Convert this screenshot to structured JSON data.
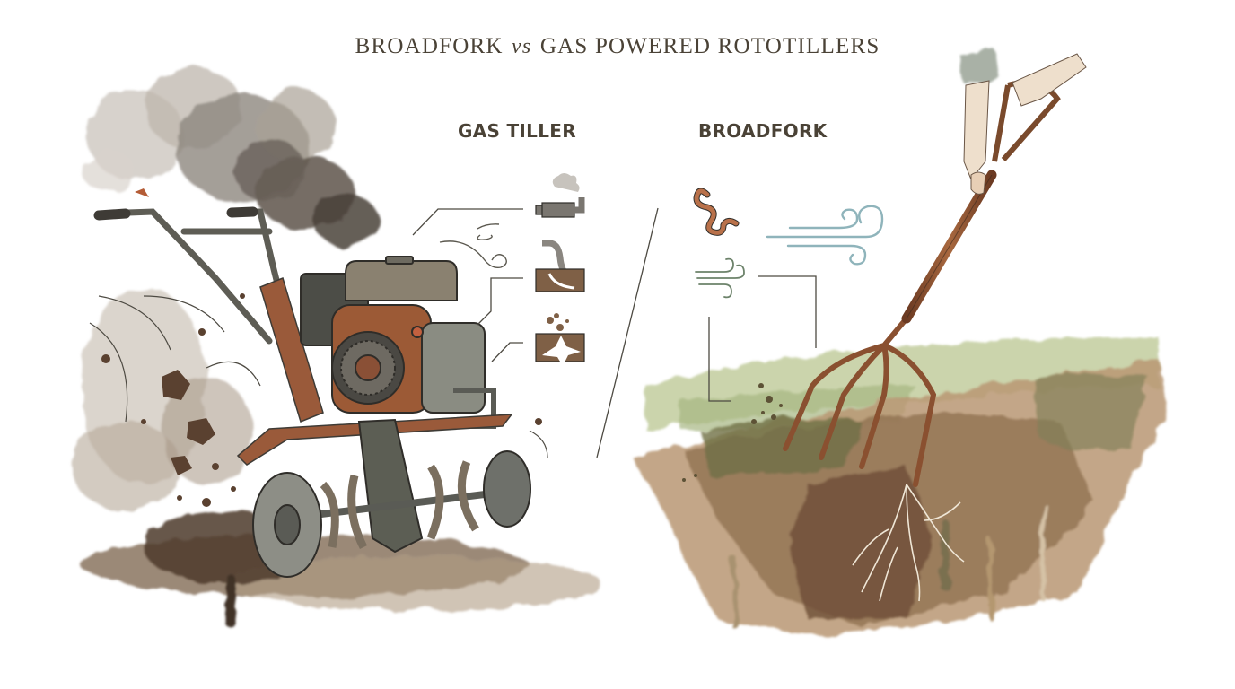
{
  "title": {
    "part1": "BROADFORK",
    "vs": "vs",
    "part2": "GAS POWERED ROTOTILLERS"
  },
  "sections": {
    "gas_tiller": {
      "label": "GAS TILLER",
      "illustration": "gas-powered-rototiller",
      "icons": [
        {
          "name": "exhaust-muffler-icon",
          "meaning": "exhaust emissions"
        },
        {
          "name": "tine-cutting-soil-icon",
          "meaning": "tines cut soil"
        },
        {
          "name": "soil-compaction-burst-icon",
          "meaning": "soil structure broken"
        }
      ],
      "colors": {
        "smoke": "#5f5a52",
        "rust": "#9a5a3a",
        "metal": "#5c5e54",
        "soil": "#6b5340"
      }
    },
    "broadfork": {
      "label": "BROADFORK",
      "illustration": "broadfork-in-soil-with-roots",
      "icons": [
        {
          "name": "earthworm-icon",
          "meaning": "soil life preserved"
        },
        {
          "name": "air-flow-icon",
          "meaning": "aeration"
        },
        {
          "name": "light-air-icon",
          "meaning": "soil aeration"
        }
      ],
      "colors": {
        "handle": "#8a5030",
        "grass": "#b8c494",
        "soil": "#a98462",
        "air": "#8fb4bb",
        "worm": "#b9714a"
      }
    }
  },
  "colors": {
    "text": "#4a4236",
    "leader_line": "#4d4a42",
    "background": "#ffffff"
  }
}
